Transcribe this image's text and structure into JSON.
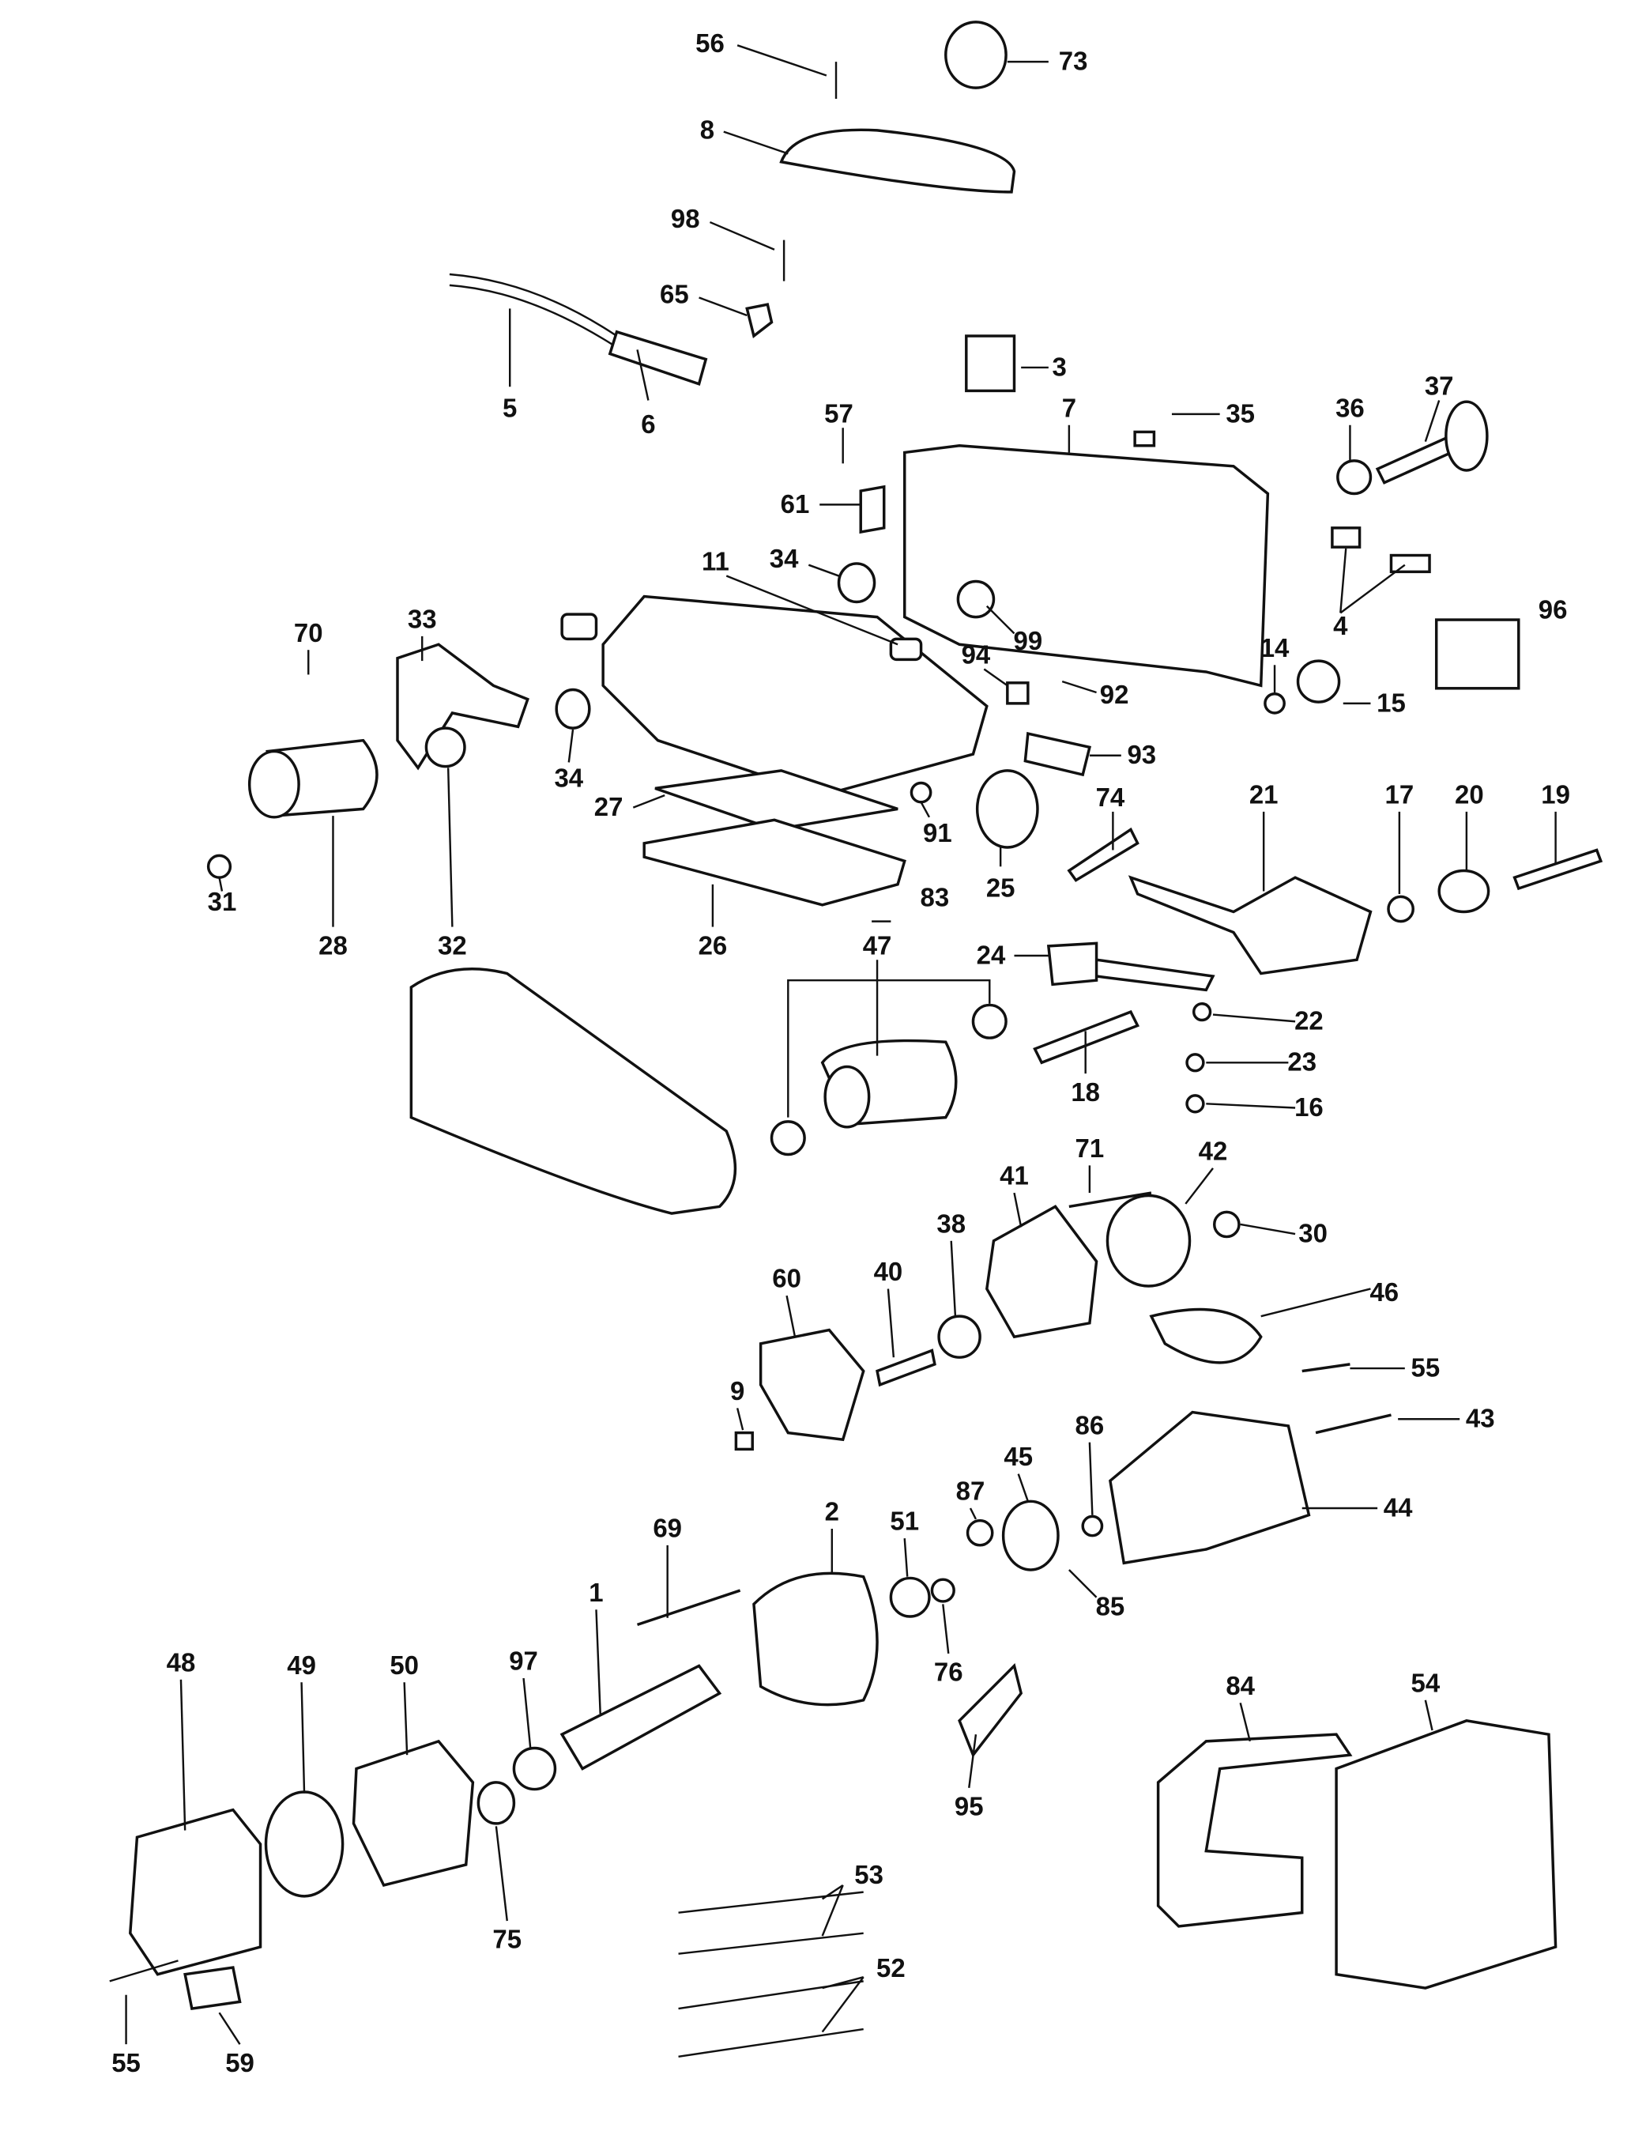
{
  "diagram": {
    "type": "exploded parts diagram",
    "labels": [
      "56",
      "73",
      "8",
      "98",
      "65",
      "5",
      "6",
      "3",
      "57",
      "35",
      "7",
      "36",
      "37",
      "61",
      "34",
      "11",
      "70",
      "33",
      "99",
      "94",
      "92",
      "14",
      "15",
      "4",
      "96",
      "34",
      "27",
      "91",
      "83",
      "93",
      "74",
      "21",
      "17",
      "20",
      "19",
      "25",
      "31",
      "28",
      "32",
      "26",
      "24",
      "47",
      "22",
      "23",
      "16",
      "18",
      "71",
      "42",
      "41",
      "30",
      "38",
      "40",
      "60",
      "46",
      "55",
      "9",
      "43",
      "86",
      "87",
      "45",
      "69",
      "2",
      "51",
      "44",
      "85",
      "1",
      "76",
      "97",
      "48",
      "49",
      "50",
      "84",
      "54",
      "95",
      "75",
      "53",
      "52",
      "55",
      "59"
    ],
    "colors": {
      "ink": "#111111",
      "background": "#ffffff"
    }
  }
}
